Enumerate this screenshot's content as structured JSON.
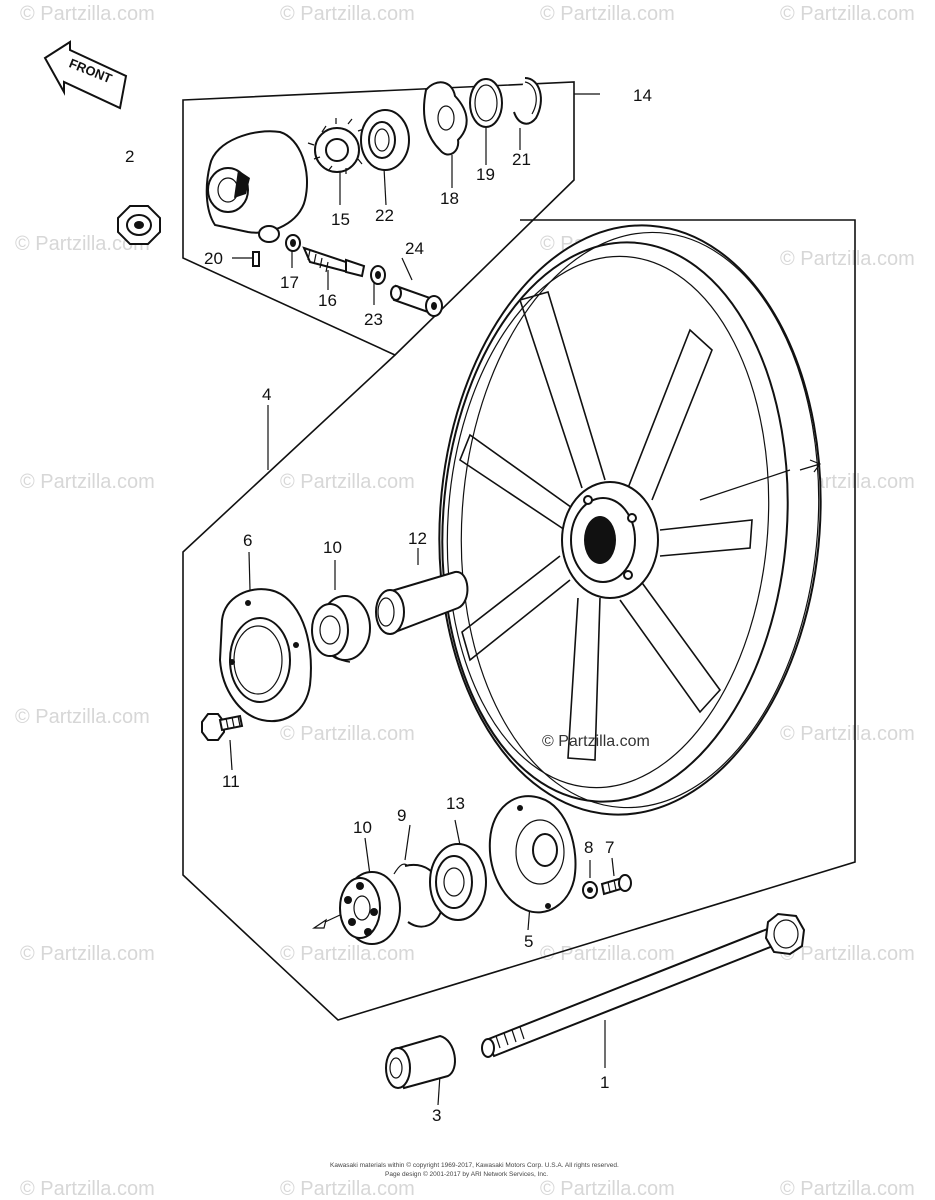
{
  "front_label": "FRONT",
  "watermark": "© Partzilla.com",
  "center_watermark": "© Partzilla.com",
  "copyright_line_1": "Kawasaki materials within © copyright 1969-2017, Kawasaki Motors Corp. U.S.A. All rights reserved.",
  "copyright_line_2": "Page design © 2001-2017 by ARI Network Services, Inc.",
  "callouts": {
    "c1": "1",
    "c2": "2",
    "c3": "3",
    "c4": "4",
    "c5": "5",
    "c6": "6",
    "c7": "7",
    "c8": "8",
    "c9": "9",
    "c10a": "10",
    "c10b": "10",
    "c11": "11",
    "c12": "12",
    "c13": "13",
    "c14": "14",
    "c15": "15",
    "c16": "16",
    "c17": "17",
    "c18": "18",
    "c19": "19",
    "c20": "20",
    "c21": "21",
    "c22": "22",
    "c23": "23",
    "c24": "24"
  }
}
